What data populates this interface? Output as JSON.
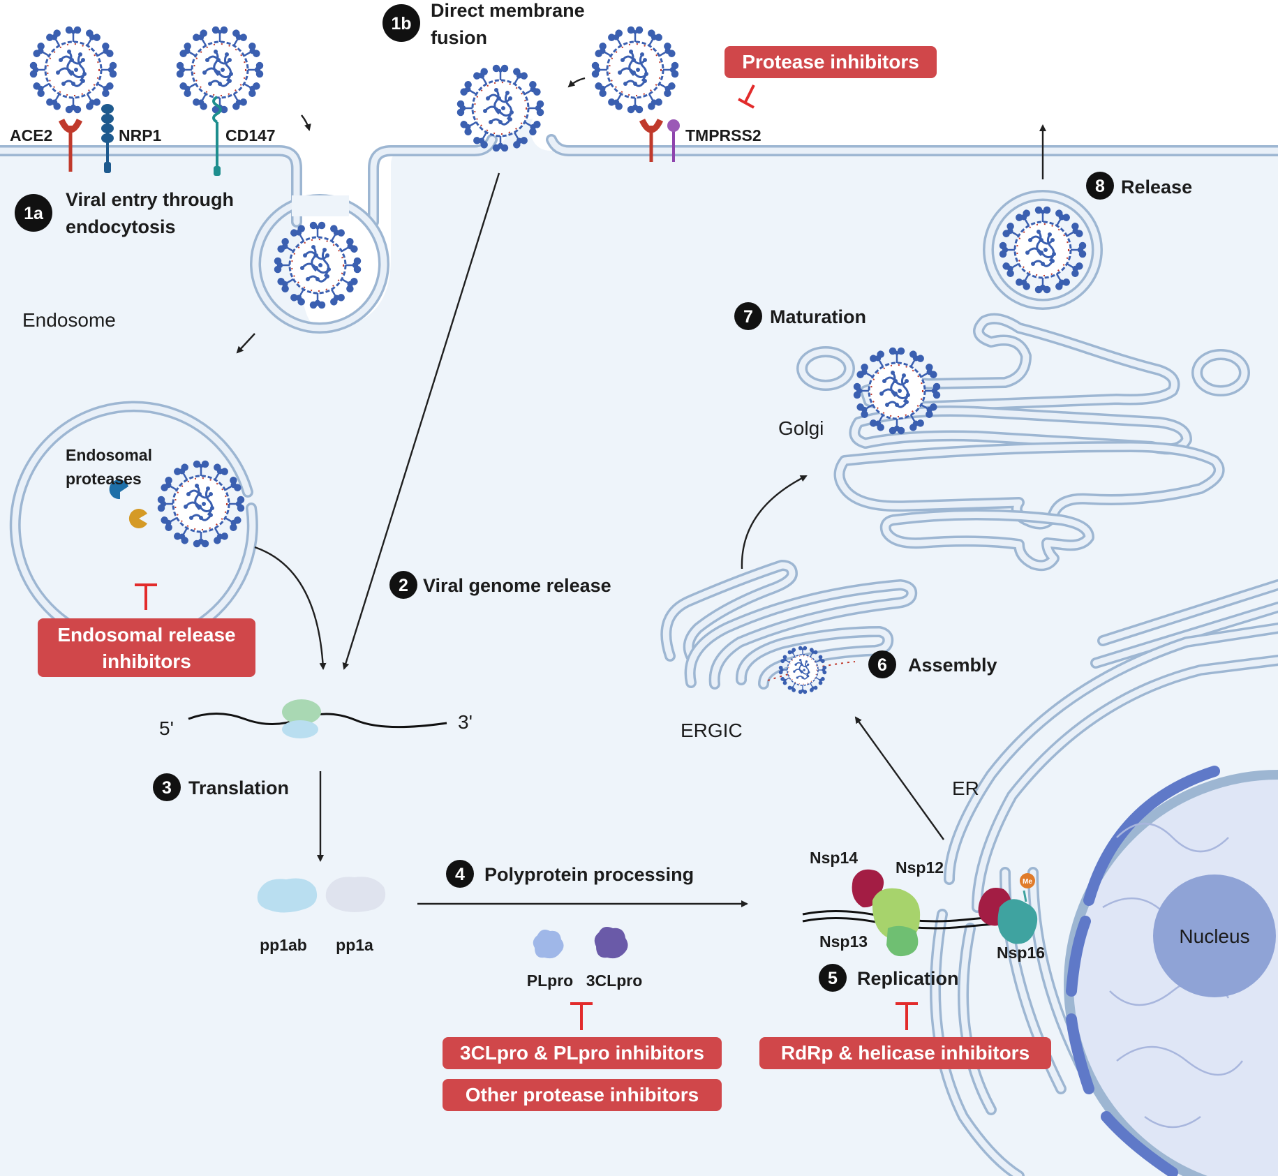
{
  "colors": {
    "cytoplasm": "#eef4fa",
    "membrane": "#9db6d2",
    "inhibitor_box": "#d0474a",
    "inhibitor_line": "#e22b2b",
    "virus_blue": "#3a5fb0",
    "spike_red": "#c0392b",
    "nucleus": "#8fa3d6",
    "step_badge": "#111111"
  },
  "labels": {
    "ace2": "ACE2",
    "nrp1": "NRP1",
    "cd147": "CD147",
    "tmprss2": "TMPRSS2",
    "endosome": "Endosome",
    "endosomal_proteases_1": "Endosomal",
    "endosomal_proteases_2": "proteases",
    "five_prime": "5'",
    "three_prime": "3'",
    "pp1ab": "pp1ab",
    "pp1a": "pp1a",
    "plpro": "PLpro",
    "clpro": "3CLpro",
    "nsp14": "Nsp14",
    "nsp12": "Nsp12",
    "nsp13": "Nsp13",
    "nsp16": "Nsp16",
    "me": "Me",
    "golgi": "Golgi",
    "ergic": "ERGIC",
    "er": "ER",
    "nucleus": "Nucleus"
  },
  "steps": {
    "s1a": {
      "badge": "1a",
      "line1": "Viral entry through",
      "line2": "endocytosis"
    },
    "s1b": {
      "badge": "1b",
      "line1": "Direct membrane",
      "line2": "fusion"
    },
    "s2": {
      "badge": "2",
      "text": "Viral genome release"
    },
    "s3": {
      "badge": "3",
      "text": "Translation"
    },
    "s4": {
      "badge": "4",
      "text": "Polyprotein processing"
    },
    "s5": {
      "badge": "5",
      "text": "Replication"
    },
    "s6": {
      "badge": "6",
      "text": "Assembly"
    },
    "s7": {
      "badge": "7",
      "text": "Maturation"
    },
    "s8": {
      "badge": "8",
      "text": "Release"
    }
  },
  "inhibitors": {
    "protease": "Protease inhibitors",
    "endosomal_1": "Endosomal release",
    "endosomal_2": "inhibitors",
    "clpro_plpro": "3CLpro & PLpro inhibitors",
    "other_protease": "Other protease inhibitors",
    "rdrp_helicase": "RdRp & helicase inhibitors"
  }
}
